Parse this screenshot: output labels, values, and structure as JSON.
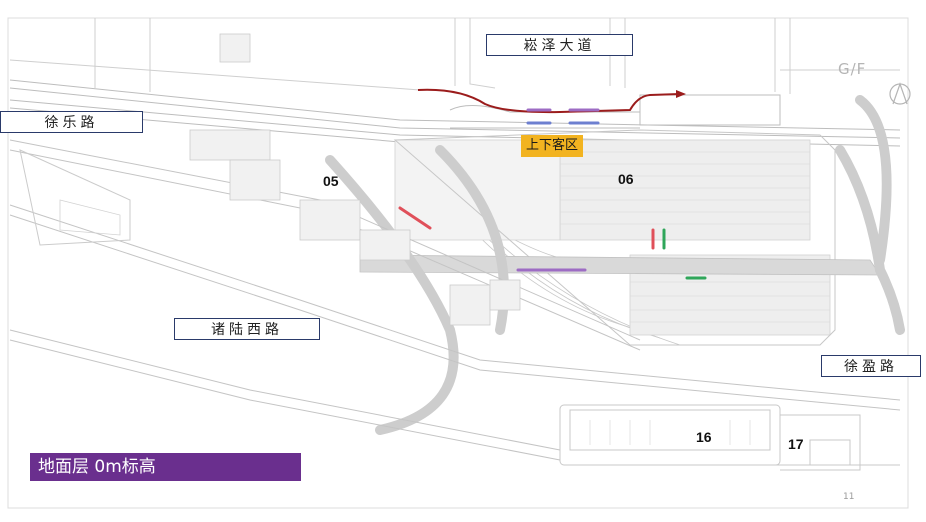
{
  "roads": {
    "songze": "崧泽大道",
    "xule": "徐乐路",
    "zhulu_west": "诸陆西路",
    "xuying": "徐盈路"
  },
  "zones": {
    "z05": "05",
    "z06": "06",
    "z16": "16",
    "z17": "17"
  },
  "pickup_area": "上下客区",
  "level": "地面层  0m标高",
  "page_number": "11",
  "corner_mark": "G/F",
  "colors": {
    "traffic_route": "#9b1c1c",
    "level_badge": "#6a2f8e",
    "pickup_badge": "#f2b320",
    "marker_purple": "#9d6cc4",
    "marker_red": "#e0505a",
    "marker_green": "#2fa65a",
    "marker_blue": "#6d7fd0"
  }
}
